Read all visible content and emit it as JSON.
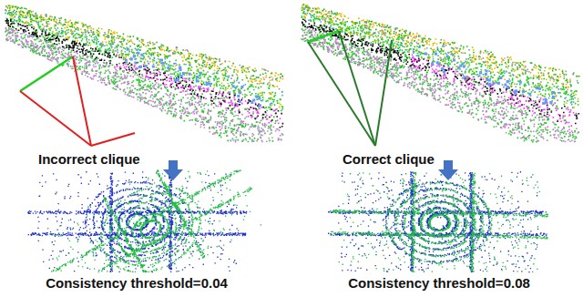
{
  "diagram": {
    "labels": [
      "Incorrect clique",
      "Correct clique",
      "Consistency threshold=0.04",
      "Consistency threshold=0.08"
    ]
  }
}
